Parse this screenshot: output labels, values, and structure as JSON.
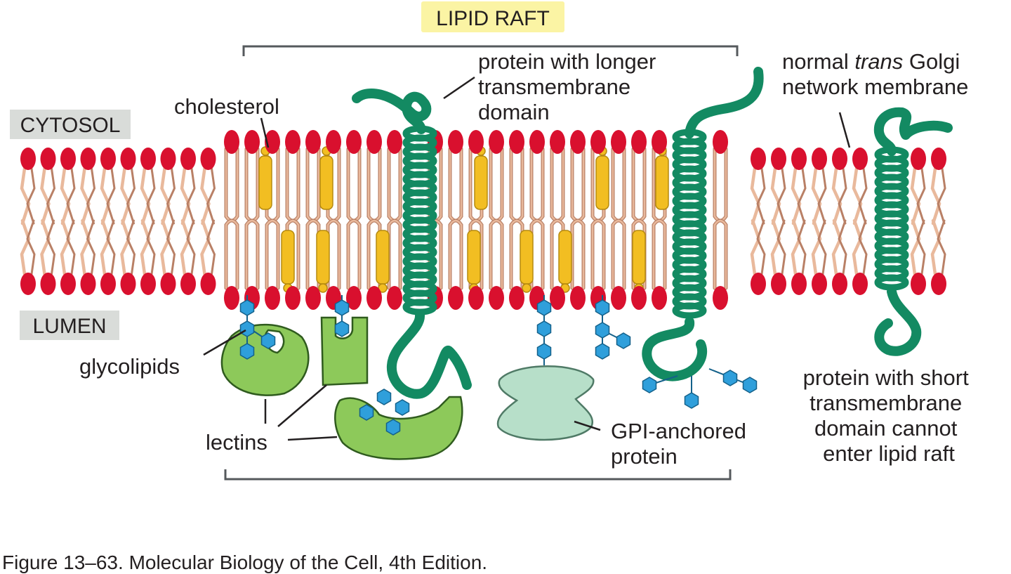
{
  "title": "LIPID RAFT",
  "region_labels": {
    "cytosol": "CYTOSOL",
    "lumen": "LUMEN"
  },
  "labels": {
    "cholesterol": "cholesterol",
    "long_protein": [
      "protein with longer",
      "transmembrane",
      "domain"
    ],
    "golgi": {
      "pre": "normal ",
      "italic": "trans",
      "post": " Golgi",
      "line2": "network membrane"
    },
    "glycolipids": "glycolipids",
    "lectins": "lectins",
    "gpi": [
      "GPI-anchored",
      "protein"
    ],
    "short_protein": [
      "protein with short",
      "transmembrane",
      "domain cannot",
      "enter lipid raft"
    ]
  },
  "caption": "Figure 13–63. Molecular Biology of the Cell, 4th Edition.",
  "colors": {
    "lipid_head": "#d9102e",
    "lipid_tail": "#e9b99c",
    "lipid_tail_stroke": "#b98066",
    "cholesterol": "#f2be22",
    "protein": "#138a62",
    "sugar": "#2f9fdb",
    "lectin": "#8dc95a",
    "gpi_protein": "#b7dfc9",
    "title_bg": "#fbf4a4",
    "region_bg": "#d9dcd9"
  }
}
